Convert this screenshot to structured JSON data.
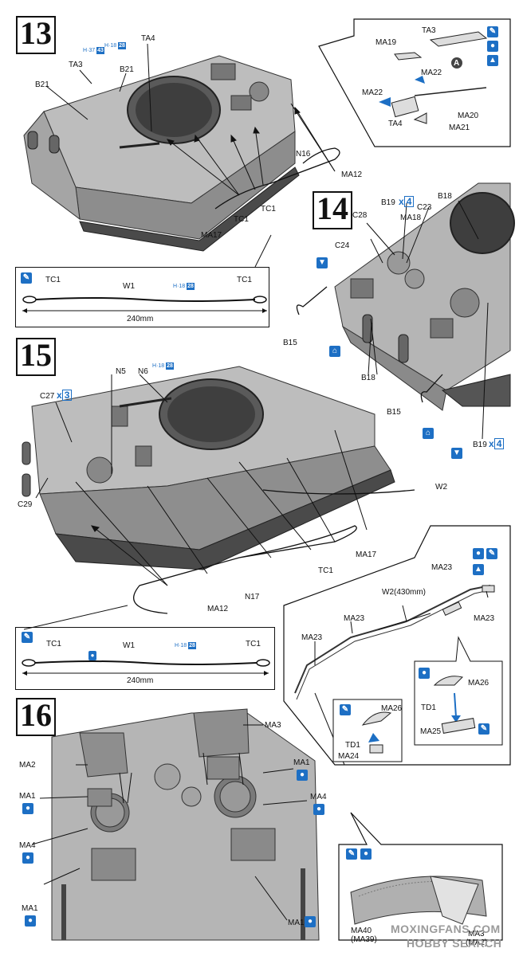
{
  "steps": {
    "s13": "13",
    "s14": "14",
    "s15": "15",
    "s16": "16"
  },
  "step13": {
    "labels": {
      "ta4": "TA4",
      "ta3": "TA3",
      "b21a": "B21",
      "b21b": "B21",
      "n16": "N16",
      "ma12": "MA12",
      "tc1a": "TC1",
      "tc1b": "TC1",
      "ma17": "MA17"
    },
    "badges": {
      "h37": "H",
      "h37n": "37",
      "h37q": "43",
      "h18": "H",
      "h18n": "18",
      "h18q": "28"
    },
    "inset": {
      "ta3": "TA3",
      "ma19": "MA19",
      "ma22a": "MA22",
      "ma22b": "MA22",
      "ta4": "TA4",
      "ma20": "MA20",
      "ma21": "MA21",
      "circle": "A"
    },
    "cable": {
      "tc1_left": "TC1",
      "w1": "W1",
      "tc1_right": "TC1",
      "length": "240mm",
      "badge_h": "H",
      "badge_n": "18",
      "badge_q": "28"
    }
  },
  "step14": {
    "labels": {
      "b19": "B19",
      "x4": "4",
      "b18": "B18",
      "c28": "C28",
      "ma18": "MA18",
      "c23": "C23",
      "c24": "C24",
      "b15a": "B15",
      "b18b": "B18",
      "b15b": "B15",
      "b19b": "B19",
      "x4b": "4"
    }
  },
  "step15": {
    "labels": {
      "n5": "N5",
      "n6": "N6",
      "c27": "C27",
      "x3": "3",
      "c29": "C29",
      "w2": "W2",
      "ma17": "MA17",
      "tc1": "TC1",
      "n17": "N17",
      "ma12": "MA12"
    },
    "badges": {
      "h18": "H",
      "h18n": "18",
      "h18q": "28"
    },
    "cable": {
      "tc1_left": "TC1",
      "w1": "W1",
      "tc1_right": "TC1",
      "length": "240mm",
      "badge_h": "H",
      "badge_n": "18",
      "badge_q": "28"
    },
    "detail": {
      "ma23a": "MA23",
      "w2": "W2(430mm)",
      "ma23b": "MA23",
      "ma23c": "MA23",
      "ma23d": "MA23",
      "ma26a": "MA26",
      "td1a": "TD1",
      "ma24": "MA24",
      "ma26b": "MA26",
      "td1b": "TD1",
      "ma25": "MA25"
    }
  },
  "step16": {
    "labels": {
      "ma3": "MA3",
      "ma2": "MA2",
      "ma1a": "MA1",
      "ma1b": "MA1",
      "ma4a": "MA4",
      "ma4b": "MA4",
      "ma1c": "MA1",
      "ma1d": "MA1"
    },
    "inset": {
      "ma40": "MA40",
      "ma39": "(MA39)",
      "ma3": "MA3",
      "ma2": "(MA2)"
    }
  },
  "watermark": {
    "line1": "MOXINGFANS.COM",
    "line2": "HOBBY SEARCH"
  },
  "colors": {
    "accent": "#1d6fc4",
    "hull": "#9c9c9c",
    "hull_light": "#c4c4c4",
    "dark": "#3a3a3a"
  }
}
